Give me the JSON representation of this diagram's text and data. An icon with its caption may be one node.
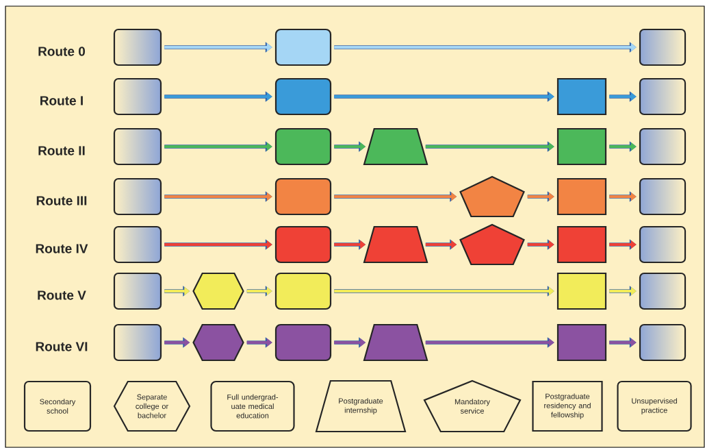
{
  "diagram": {
    "nodes": [
      {
        "text": [],
        "shape": "box"
      },
      {
        "text": [],
        "shape": "box"
      },
      {
        "text": [],
        "shape": "box"
      },
      {
        "text": [],
        "shape": "box"
      },
      {
        "text": [],
        "shape": "box"
      },
      {
        "text": [],
        "shape": "box"
      },
      {
        "text": [],
        "shape": "box"
      },
      {
        "text": [],
        "shape": "box"
      },
      {
        "text": [],
        "shape": "box"
      },
      {
        "text": [],
        "shape": "trapezoid"
      },
      {
        "text": [],
        "shape": "box"
      },
      {
        "text": [],
        "shape": "box"
      },
      {
        "text": [],
        "shape": "box"
      },
      {
        "text": [],
        "shape": "box"
      },
      {
        "text": [],
        "shape": "pentagon"
      },
      {
        "text": [],
        "shape": "box"
      },
      {
        "text": [],
        "shape": "box"
      },
      {
        "text": [],
        "shape": "box"
      },
      {
        "text": [],
        "shape": "box"
      },
      {
        "text": [],
        "shape": "trapezoid"
      },
      {
        "text": [],
        "shape": "pentagon"
      },
      {
        "text": [],
        "shape": "box"
      },
      {
        "text": [],
        "shape": "box"
      },
      {
        "text": [],
        "shape": "box"
      },
      {
        "text": [],
        "shape": "hexagon"
      },
      {
        "text": [],
        "shape": "box"
      },
      {
        "text": [],
        "shape": "box"
      },
      {
        "text": [],
        "shape": "box"
      },
      {
        "text": [],
        "shape": "box"
      },
      {
        "text": [],
        "shape": "hexagon"
      },
      {
        "text": [],
        "shape": "box"
      },
      {
        "text": [],
        "shape": "trapezoid"
      },
      {
        "text": [],
        "shape": "box"
      },
      {
        "text": [],
        "shape": "box"
      },
      {
        "text": [
          "Secondary school"
        ]
      },
      {
        "text": [
          "Separate college or bachelor"
        ]
      },
      {
        "text": [
          "Full undergrad- uate medical education"
        ]
      },
      {
        "text": [
          "Postgraduate internship"
        ]
      },
      {
        "text": [
          "Mandatory service"
        ]
      },
      {
        "text": [
          "Postgraduate residency and fellowship"
        ]
      },
      {
        "text": [
          "Unsupervised practice"
        ]
      }
    ],
    "edges": [
      {
        "from": 0,
        "to": 1,
        "arrow": "to",
        "color": "#a5d6f5"
      },
      {
        "from": 1,
        "to": 2,
        "arrow": "to",
        "color": "#a5d6f5"
      },
      {
        "from": 3,
        "to": 4,
        "arrow": "to",
        "color": "#3a9bd9"
      },
      {
        "from": 4,
        "to": 5,
        "arrow": "to",
        "color": "#3a9bd9"
      },
      {
        "from": 5,
        "to": 6,
        "arrow": "to",
        "color": "#3a9bd9"
      },
      {
        "from": 7,
        "to": 8,
        "arrow": "to",
        "color": "#4cb85a"
      },
      {
        "from": 8,
        "to": 9,
        "arrow": "to",
        "color": "#4cb85a"
      },
      {
        "from": 9,
        "to": 10,
        "arrow": "to",
        "color": "#4cb85a"
      },
      {
        "from": 10,
        "to": 11,
        "arrow": "to",
        "color": "#4cb85a"
      },
      {
        "from": 12,
        "to": 13,
        "arrow": "to",
        "color": "#f28444"
      },
      {
        "from": 13,
        "to": 14,
        "arrow": "to",
        "color": "#f28444"
      },
      {
        "from": 14,
        "to": 15,
        "arrow": "to",
        "color": "#f28444"
      },
      {
        "from": 15,
        "to": 16,
        "arrow": "to",
        "color": "#f28444"
      },
      {
        "from": 17,
        "to": 18,
        "arrow": "to",
        "color": "#ef4136"
      },
      {
        "from": 18,
        "to": 19,
        "arrow": "to",
        "color": "#ef4136"
      },
      {
        "from": 19,
        "to": 20,
        "arrow": "to",
        "color": "#ef4136"
      },
      {
        "from": 20,
        "to": 21,
        "arrow": "to",
        "color": "#ef4136"
      },
      {
        "from": 21,
        "to": 22,
        "arrow": "to",
        "color": "#ef4136"
      },
      {
        "from": 23,
        "to": 24,
        "arrow": "to",
        "color": "#f2ec5a"
      },
      {
        "from": 24,
        "to": 25,
        "arrow": "to",
        "color": "#f2ec5a"
      },
      {
        "from": 25,
        "to": 26,
        "arrow": "to",
        "color": "#f2ec5a"
      },
      {
        "from": 26,
        "to": 27,
        "arrow": "to",
        "color": "#f2ec5a"
      },
      {
        "from": 28,
        "to": 29,
        "arrow": "to",
        "color": "#8b52a1"
      },
      {
        "from": 29,
        "to": 30,
        "arrow": "to",
        "color": "#8b52a1"
      },
      {
        "from": 30,
        "to": 31,
        "arrow": "to",
        "color": "#8b52a1"
      },
      {
        "from": 31,
        "to": 32,
        "arrow": "to",
        "color": "#8b52a1"
      },
      {
        "from": 32,
        "to": 33,
        "arrow": "to",
        "color": "#8b52a1"
      }
    ],
    "labels": [
      "Route 0",
      "Route I",
      "Route II",
      "Route III",
      "Route IV",
      "Route V",
      "Route VI"
    ]
  }
}
